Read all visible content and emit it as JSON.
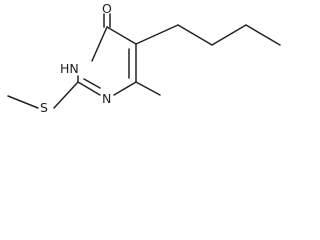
{
  "structure": {
    "atoms": {
      "oxygen": "O",
      "nh": "HN",
      "n3": "N",
      "s": "S"
    }
  },
  "colors": {
    "ink": "#222222",
    "background": "#ffffff"
  }
}
